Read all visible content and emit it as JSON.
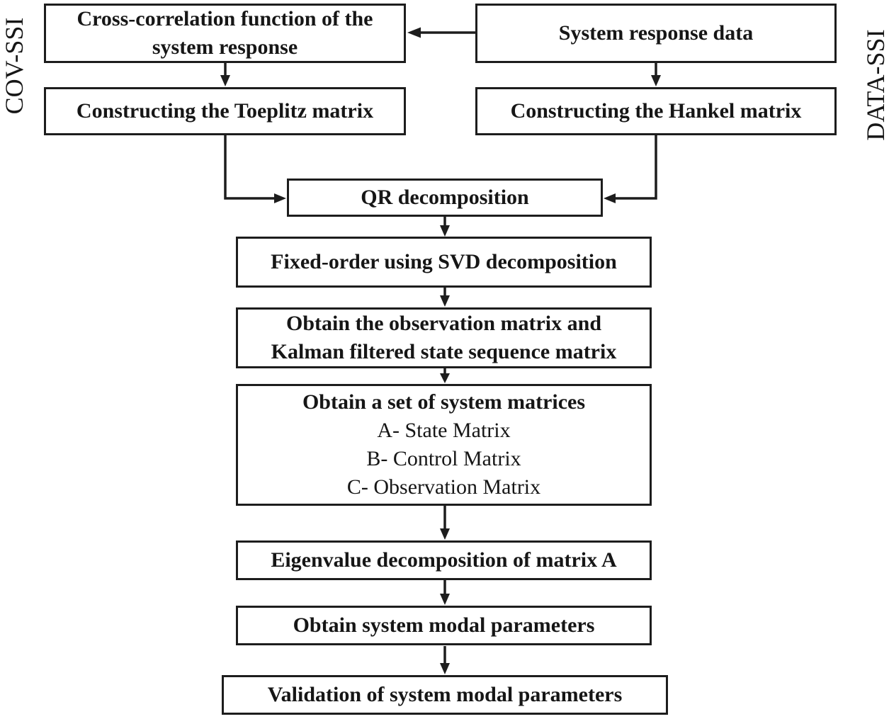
{
  "style": {
    "background": "#ffffff",
    "ink": "#161616",
    "line_color": "#1d1d1d"
  },
  "diagram": {
    "left_branch_label": "COV-SSI",
    "right_branch_label": "DATA-SSI",
    "nodes": {
      "cross_correlation": {
        "lines": [
          "Cross-correlation function of the",
          "system response"
        ]
      },
      "system_response": {
        "label": "System response data"
      },
      "toeplitz": {
        "label": "Constructing the Toeplitz matrix"
      },
      "hankel": {
        "label": "Constructing the Hankel matrix"
      },
      "qr": {
        "label": "QR decomposition"
      },
      "fixed_order": {
        "label": "Fixed-order using SVD decomposition"
      },
      "observation_kalman": {
        "lines": [
          "Obtain the observation matrix and",
          "Kalman filtered state sequence matrix"
        ]
      },
      "system_matrices": {
        "title": "Obtain a set of system matrices",
        "items": [
          "A- State Matrix",
          "B- Control Matrix",
          "C- Observation Matrix"
        ]
      },
      "eigen_decomposition": {
        "label": "Eigenvalue decomposition of matrix A"
      },
      "modal_parameters": {
        "label": "Obtain system modal parameters"
      },
      "validation": {
        "label": "Validation of system modal parameters"
      }
    },
    "edges": [
      {
        "from": "system_response",
        "to": "cross_correlation"
      },
      {
        "from": "cross_correlation",
        "to": "toeplitz"
      },
      {
        "from": "system_response",
        "to": "hankel"
      },
      {
        "from": "toeplitz",
        "to": "qr"
      },
      {
        "from": "hankel",
        "to": "qr"
      },
      {
        "from": "qr",
        "to": "fixed_order"
      },
      {
        "from": "fixed_order",
        "to": "observation_kalman"
      },
      {
        "from": "observation_kalman",
        "to": "system_matrices"
      },
      {
        "from": "system_matrices",
        "to": "eigen_decomposition"
      },
      {
        "from": "eigen_decomposition",
        "to": "modal_parameters"
      },
      {
        "from": "modal_parameters",
        "to": "validation"
      }
    ]
  }
}
